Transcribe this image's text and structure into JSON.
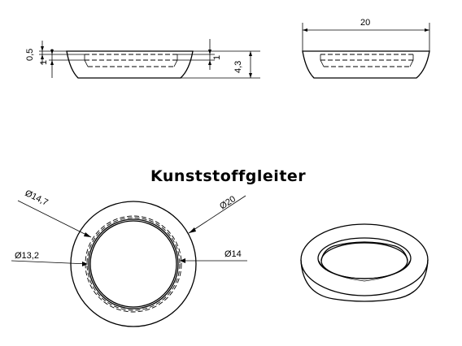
{
  "title": "Kunststoffgleiter",
  "side_view": {
    "dim_top_left": "0,5",
    "dim_left_1": "1",
    "dim_right_1": "1",
    "dim_height": "4,3"
  },
  "front_view": {
    "dim_width": "20"
  },
  "top_view": {
    "dim_d147": "Ø14,7",
    "dim_d20": "Ø20",
    "dim_d132": "Ø13,2",
    "dim_d14": "Ø14"
  }
}
